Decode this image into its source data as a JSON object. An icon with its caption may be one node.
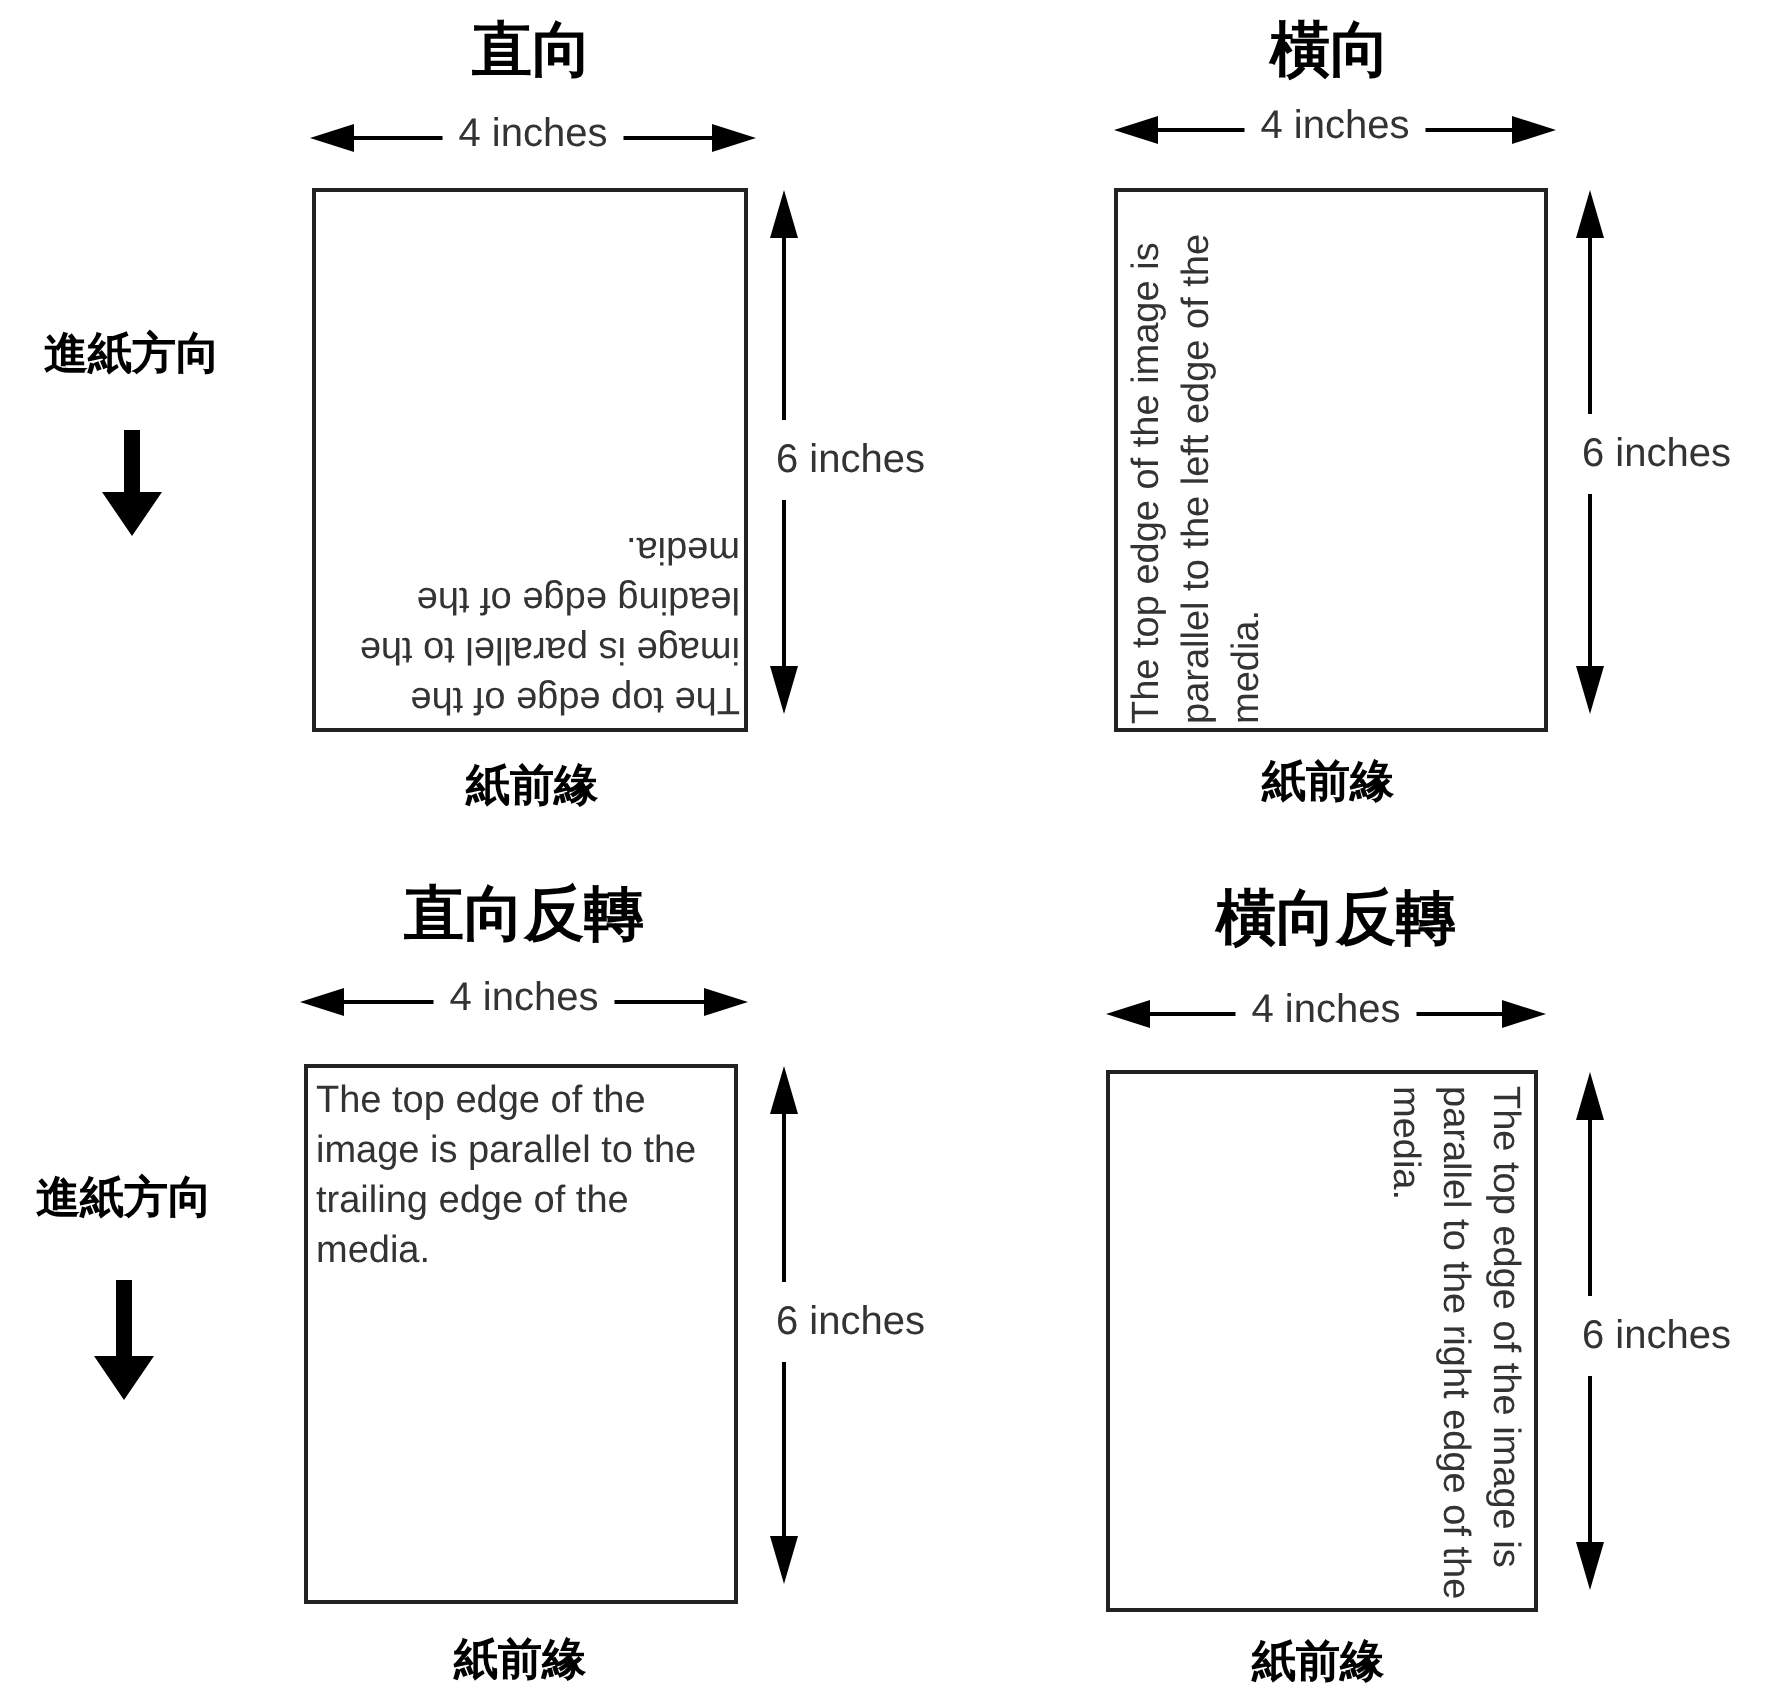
{
  "diagram": {
    "nodes": [
      {
        "text": [
          "The top edge of the image is parallel to the leading edge of the media."
        ],
        "beside": [
          "直向",
          "4 inches",
          "6 inches",
          "紙前緣"
        ]
      },
      {
        "text": [
          "The top edge of the image is parallel to the left edge of the media."
        ],
        "beside": [
          "橫向",
          "4 inches",
          "6 inches",
          "紙前緣"
        ]
      },
      {
        "text": [
          "The top edge of the image is parallel to the trailing edge of the media."
        ],
        "beside": [
          "直向反轉",
          "4 inches",
          "6 inches",
          "紙前緣"
        ]
      },
      {
        "text": [
          "The top edge of the image is parallel to the right edge of the media."
        ],
        "beside": [
          "橫向反轉",
          "4 inches",
          "6 inches",
          "紙前緣"
        ]
      }
    ],
    "labels": [
      "進紙方向",
      "進紙方向"
    ]
  }
}
